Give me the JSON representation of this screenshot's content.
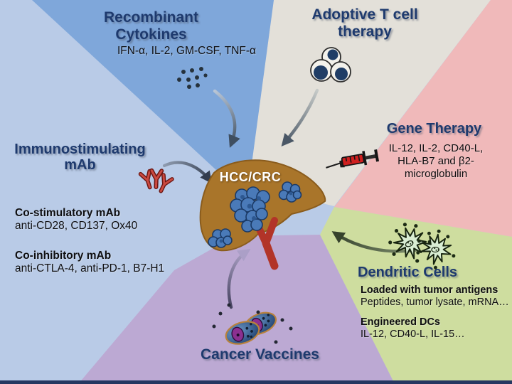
{
  "center": {
    "label": "HCC/CRC"
  },
  "sections": {
    "cytokines": {
      "title": "Recombinant\nCytokines",
      "detail": "IFN-α, IL-2, GM-CSF, TNF-α"
    },
    "adoptive": {
      "title": "Adoptive T cell\ntherapy"
    },
    "gene": {
      "title": "Gene Therapy",
      "detail": "IL-12, IL-2, CD40-L,\nHLA-B7 and β2-\nmicroglobulin"
    },
    "dendritic": {
      "title": "Dendritic Cells",
      "loaded_heading": "Loaded with tumor antigens",
      "loaded_detail": "Peptides, tumor lysate, mRNA…",
      "engineered_heading": "Engineered DCs",
      "engineered_detail": "IL-12, CD40-L, IL-15…"
    },
    "vaccines": {
      "title": "Cancer Vaccines"
    },
    "mab": {
      "title": "Immunostimulating\nmAb",
      "costim_heading": "Co-stimulatory mAb",
      "costim_detail": "anti-CD28, CD137, Ox40",
      "coinhib_heading": "Co-inhibitory mAb",
      "coinhib_detail": "anti-CTLA-4, anti-PD-1, B7-H1"
    }
  },
  "icons": {
    "cytokine_dots": "scattered-dots",
    "t_cell_cluster": "three-cells",
    "syringe": "red-syringe",
    "dendritic_cells": "spiky-cells",
    "antibodies": "red-y-antibodies",
    "vaccine_cells": "tumor-cell-pair",
    "liver": "liver-with-tumor-nodules"
  },
  "colors": {
    "wedge_light_blue": "#b9cbe7",
    "wedge_medium_blue": "#7fa7da",
    "wedge_gray": "#e3e0d9",
    "wedge_pink": "#f0b9ba",
    "wedge_green": "#cedd9f",
    "wedge_purple": "#bca9d3",
    "title_navy": "#1e3a6e",
    "liver_brown": "#a9752a",
    "tumor_blue": "#4a7ab8",
    "vessel_red": "#b23428",
    "antibody_red": "#cb4a40",
    "syringe_red": "#cf2020",
    "dendritic_green": "#d9edd3",
    "bottom_bar": "#263761"
  }
}
